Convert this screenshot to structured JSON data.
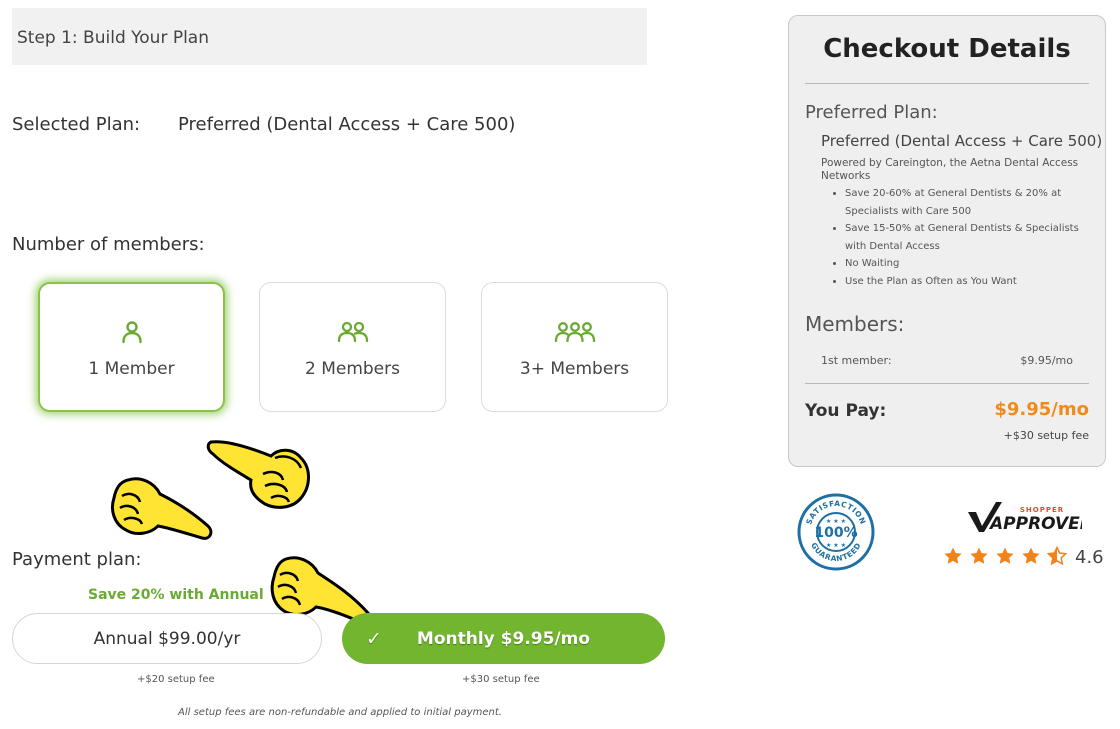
{
  "step_header": "Step 1: Build Your Plan",
  "selected_plan": {
    "label": "Selected Plan:",
    "value": "Preferred (Dental Access + Care 500)"
  },
  "members_section": {
    "heading": "Number of members:",
    "options": [
      {
        "label": "1 Member",
        "icon": "person-icon",
        "selected": true
      },
      {
        "label": "2 Members",
        "icon": "two-people-icon",
        "selected": false
      },
      {
        "label": "3+ Members",
        "icon": "group-icon",
        "selected": false
      }
    ]
  },
  "payment_section": {
    "heading": "Payment plan:",
    "save_note": "Save 20% with Annual",
    "annual": {
      "label": "Annual $99.00/yr",
      "setup_fee": "+$20 setup fee",
      "selected": false
    },
    "monthly": {
      "check": "✓",
      "label": "Monthly $9.95/mo",
      "setup_fee": "+$30 setup fee",
      "selected": true
    },
    "disclaimer": "All setup fees are non-refundable and applied to initial payment."
  },
  "checkout": {
    "title": "Checkout Details",
    "plan_heading": "Preferred Plan:",
    "plan_name": "Preferred (Dental Access + Care 500)",
    "powered_by": "Powered by Careington, the Aetna Dental Access Networks",
    "features": [
      "Save 20-60% at General Dentists & 20% at Specialists with Care 500",
      "Save 15-50% at General Dentists & Specialists with Dental Access",
      "No Waiting",
      "Use the Plan as Often as You Want"
    ],
    "members_heading": "Members:",
    "member_line": {
      "label": "1st member:",
      "price": "$9.95/mo"
    },
    "you_pay_label": "You Pay:",
    "you_pay_value": "$9.95/mo",
    "setup_fee": "+$30 setup fee"
  },
  "badges": {
    "satisfaction_top": "SATISFACTION",
    "satisfaction_center": "100%",
    "satisfaction_bottom": "GUARANTEED",
    "shopper_small": "SHOPPER",
    "shopper_big": "APPROVED",
    "rating": "4.6",
    "rating_value": 4.6
  },
  "colors": {
    "accent_green": "#72b52f",
    "price_orange": "#f08a1b",
    "star_orange": "#f0831c",
    "badge_blue": "#1d6fa5"
  }
}
